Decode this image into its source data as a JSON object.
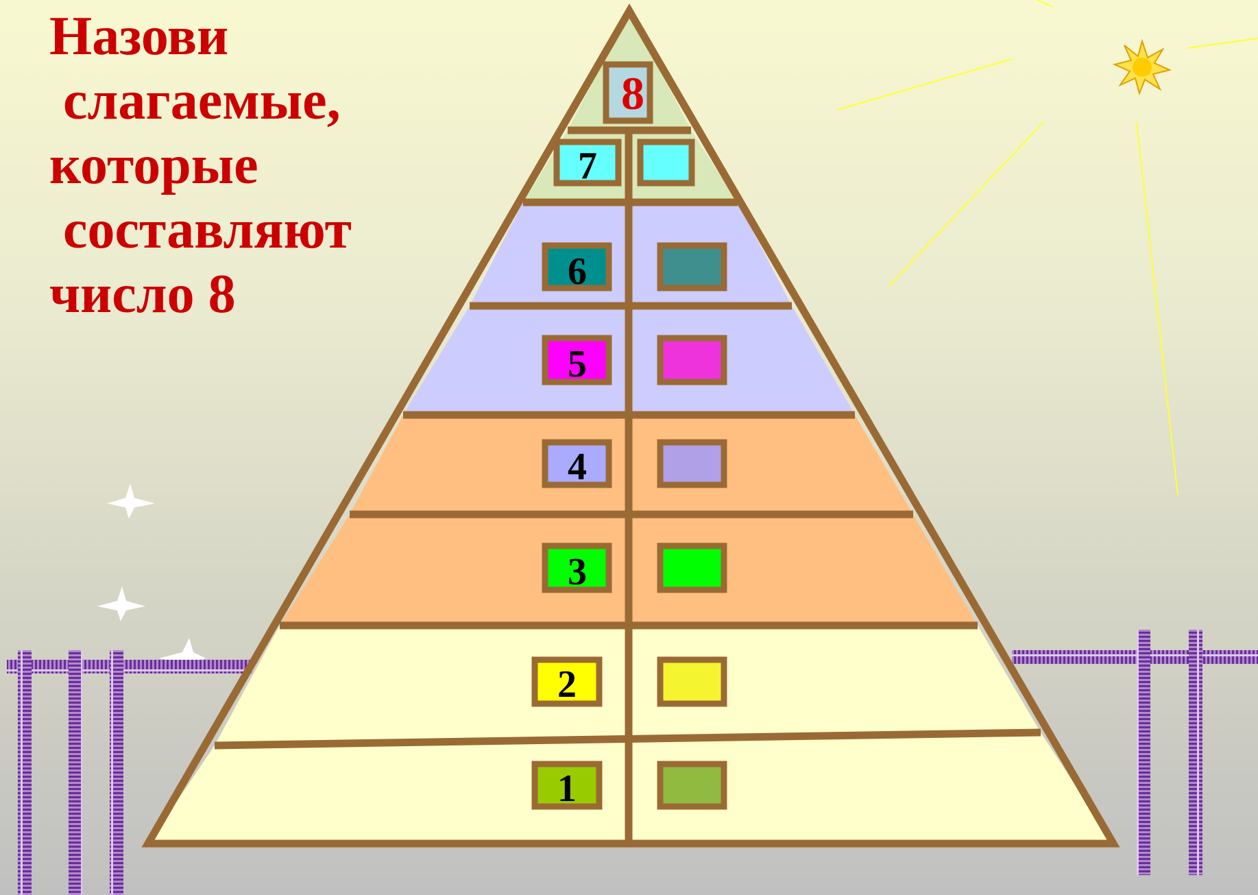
{
  "title": {
    "lines": [
      "Назови",
      " слагаемые,",
      "которые",
      " составляют",
      "число 8"
    ]
  },
  "pyramid": {
    "top": {
      "label": "8",
      "fill": "#b4d8e0",
      "text_color": "#dd0000"
    },
    "rows": [
      {
        "label": "7",
        "left_fill": "#66ffff",
        "right_fill": "#66ffff",
        "band_fill": "#d8e8b8"
      },
      {
        "label": "6",
        "left_fill": "#008f8f",
        "right_fill": "#3f8f8f",
        "band_fill": "#ccccff"
      },
      {
        "label": "5",
        "left_fill": "#ff00ff",
        "right_fill": "#ee33dd",
        "band_fill": "#ccccff"
      },
      {
        "label": "4",
        "left_fill": "#aaaaff",
        "right_fill": "#b0a0e8",
        "band_fill": "#ffbf80"
      },
      {
        "label": "3",
        "left_fill": "#00ff00",
        "right_fill": "#00ff00",
        "band_fill": "#ffbf80"
      },
      {
        "label": "2",
        "left_fill": "#ffff00",
        "right_fill": "#f4f430",
        "band_fill": "#ffffcc"
      },
      {
        "label": "1",
        "left_fill": "#99cc00",
        "right_fill": "#90bb40",
        "band_fill": "#ffffcc"
      }
    ],
    "outline_color": "#9a6a35"
  },
  "colors": {
    "title": "#cc0000",
    "sun": "#ffdd00",
    "sun_rays": "#ffff33",
    "fence": "#7a3ea0",
    "stars": "#ffffff"
  }
}
